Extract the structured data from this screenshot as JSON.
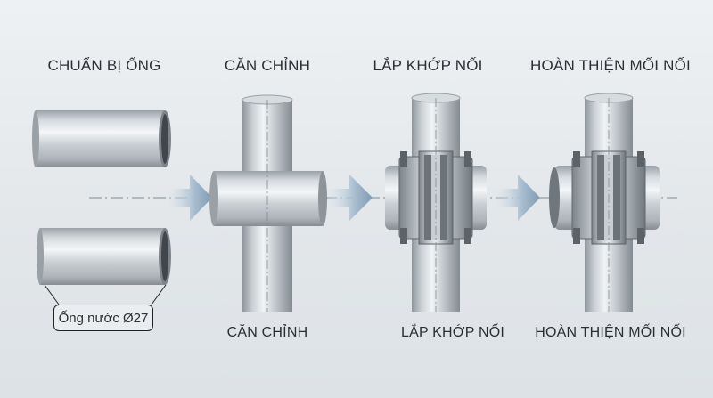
{
  "steps": [
    {
      "title": "CHUẨN BỊ ỐNG"
    },
    {
      "title": "CĂN CHỈNH",
      "caption": "CĂN CHỈNH"
    },
    {
      "title": "LẮP KHỚP NỐI",
      "caption": "LẮP KHỚP NỐI"
    },
    {
      "title": "HOÀN THIỆN MỐI NỐI",
      "caption": "HOÀN THIỆN MỐI NỐI"
    }
  ],
  "pipe_label": "Ống nước Ø27",
  "icons": {
    "arrow": "right-arrow-icon"
  },
  "colors": {
    "background": "#e6eaed",
    "steel_light": "#eef1f3",
    "steel_dark": "#8e969c",
    "arrow": "#8fa9be"
  }
}
